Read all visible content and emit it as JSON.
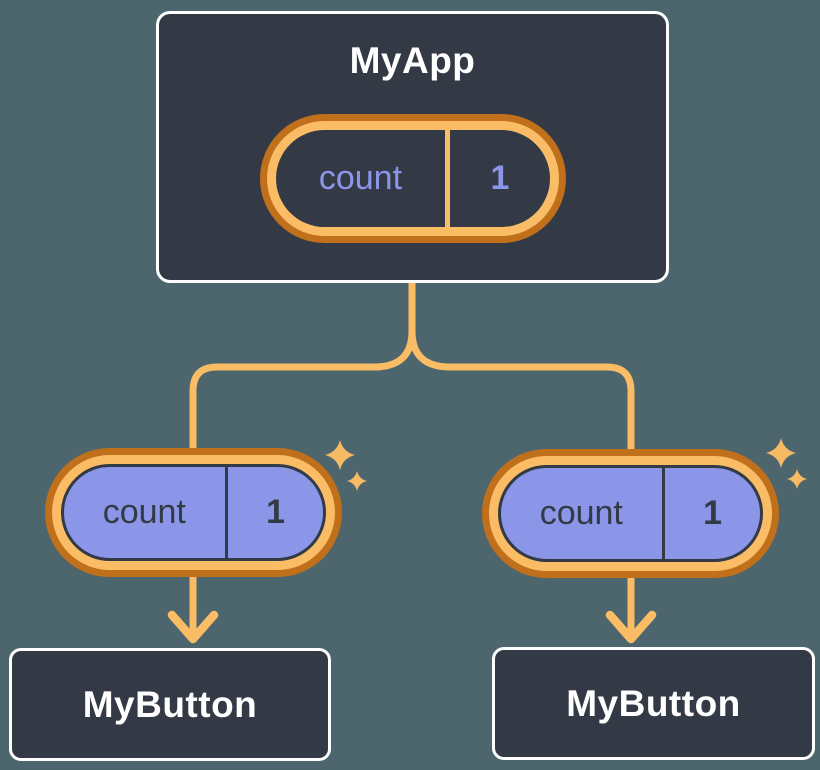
{
  "diagram": {
    "title": "component-state-tree",
    "root": {
      "label": "MyApp",
      "state": {
        "name": "count",
        "value": "1"
      }
    },
    "children": [
      {
        "label": "MyButton",
        "state": {
          "name": "count",
          "value": "1"
        }
      },
      {
        "label": "MyButton",
        "state": {
          "name": "count",
          "value": "1"
        }
      }
    ]
  },
  "icons": {
    "sparkles": "✦",
    "arrow_down": "↓"
  },
  "colors": {
    "background": "#4D666E",
    "card_bg": "#333A46",
    "card_border": "#FFFFFF",
    "card_text": "#FFFFFF",
    "orange_dark": "#C06F1B",
    "orange_light": "#FABD66",
    "purple_fill": "#8C96E8",
    "purple_text": "#8C96E8",
    "pill_dark_text": "#323A46",
    "sparkle": "#F7BA64"
  }
}
